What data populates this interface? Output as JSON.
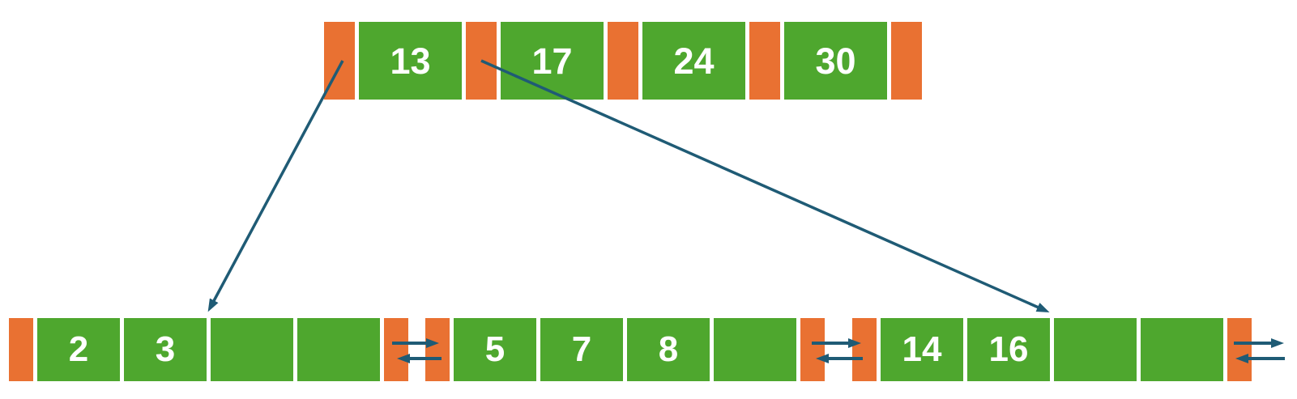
{
  "diagram": {
    "type": "b-plus-tree",
    "root": {
      "keys": [
        "13",
        "17",
        "24",
        "30"
      ],
      "pointer_cells": 5
    },
    "leaves": [
      {
        "id": "leaf-1",
        "keys": [
          "2",
          "3",
          "",
          ""
        ]
      },
      {
        "id": "leaf-2",
        "keys": [
          "5",
          "7",
          "8",
          ""
        ]
      },
      {
        "id": "leaf-3",
        "keys": [
          "14",
          "16",
          "",
          ""
        ]
      }
    ],
    "links": [
      {
        "from": "root-pointer-0",
        "to": "leaf-1"
      },
      {
        "from": "root-pointer-1",
        "to": "leaf-3"
      },
      {
        "between": [
          "leaf-1",
          "leaf-2"
        ],
        "type": "doubly-linked"
      },
      {
        "between": [
          "leaf-2",
          "leaf-3"
        ],
        "type": "doubly-linked"
      },
      {
        "between": [
          "leaf-3",
          "next"
        ],
        "type": "doubly-linked"
      }
    ]
  },
  "colors": {
    "key_cell_green": "#4EA72E",
    "pointer_cell_orange": "#E97132",
    "arrow_teal": "#1F5B75",
    "key_text": "#FFFFFF",
    "background": "#FFFFFF"
  }
}
